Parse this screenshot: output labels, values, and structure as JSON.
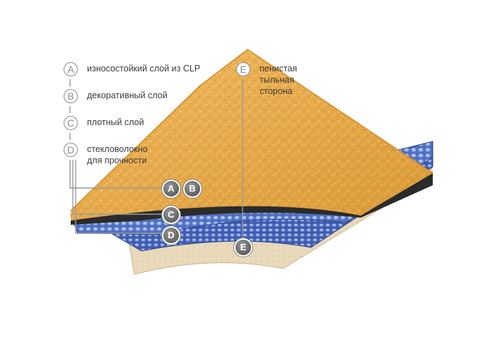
{
  "legend": [
    {
      "letter": "A",
      "text": "износостойкий слой из CLP"
    },
    {
      "letter": "B",
      "text": "декоративный слой"
    },
    {
      "letter": "C",
      "text": "плотный слой"
    },
    {
      "letter": "D",
      "text": "стекловолокно\nдля прочности"
    }
  ],
  "legend_right": {
    "letter": "E",
    "text": "пенистая тыльная\nсторона"
  },
  "markers": {
    "a": "A",
    "b": "B",
    "c": "C",
    "d": "D",
    "e": "E"
  },
  "colors": {
    "top_layer": "#e8a23a",
    "blue_layer": "#5577c8",
    "foam_layer": "#e6d3b0",
    "dark_edge": "#2a2a2a",
    "leader_line": "#9a9a9a"
  }
}
